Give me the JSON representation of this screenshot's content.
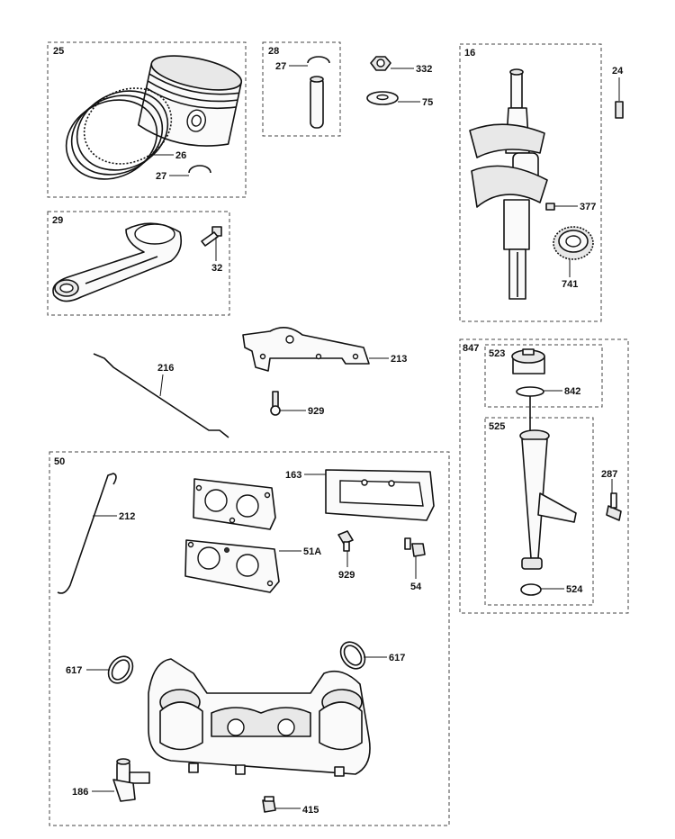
{
  "groups": [
    "25",
    "28",
    "16",
    "29",
    "847",
    "523",
    "525",
    "50"
  ],
  "callouts": {
    "c26": "26",
    "c27a": "27",
    "c27b": "27",
    "c332": "332",
    "c75": "75",
    "c24": "24",
    "c32": "32",
    "c377": "377",
    "c741": "741",
    "c213": "213",
    "c216": "216",
    "c929a": "929",
    "c842": "842",
    "c287": "287",
    "c524": "524",
    "c163": "163",
    "c212": "212",
    "c51a": "51A",
    "c929b": "929",
    "c54": "54",
    "c617a": "617",
    "c617b": "617",
    "c186": "186",
    "c415": "415"
  }
}
